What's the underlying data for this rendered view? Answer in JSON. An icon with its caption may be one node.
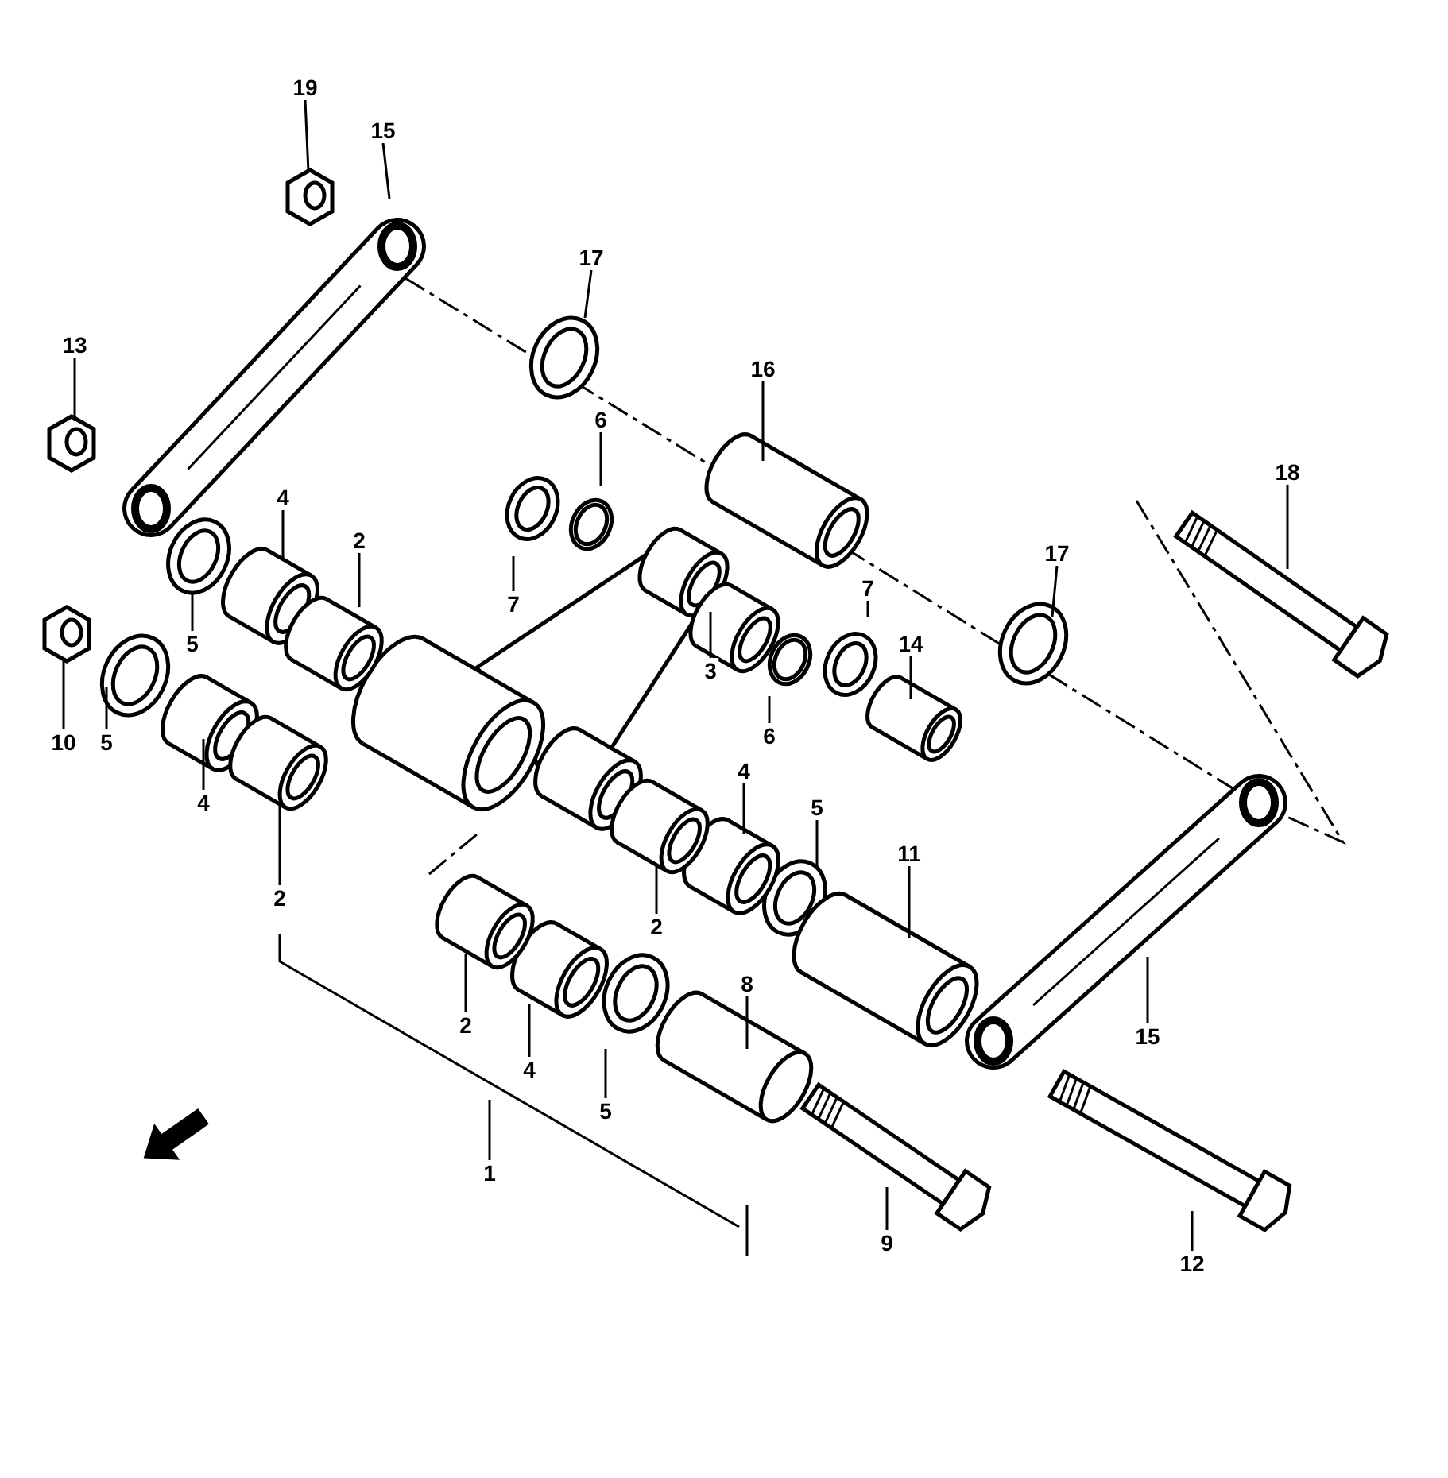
{
  "diagram": {
    "nodes": [
      {
        "text": [
          "19"
        ]
      },
      {
        "text": [
          "15"
        ]
      },
      {
        "text": [
          "17"
        ]
      },
      {
        "text": [
          "13"
        ]
      },
      {
        "text": [
          "16"
        ]
      },
      {
        "text": [
          "6"
        ]
      },
      {
        "text": [
          "18"
        ]
      },
      {
        "text": [
          "4"
        ]
      },
      {
        "text": [
          "2"
        ]
      },
      {
        "text": [
          "7"
        ]
      },
      {
        "text": [
          "5"
        ]
      },
      {
        "text": [
          "7"
        ]
      },
      {
        "text": [
          "17"
        ]
      },
      {
        "text": [
          "14"
        ]
      },
      {
        "text": [
          "3"
        ]
      },
      {
        "text": [
          "6"
        ]
      },
      {
        "text": [
          "10"
        ]
      },
      {
        "text": [
          "5"
        ]
      },
      {
        "text": [
          "4"
        ]
      },
      {
        "text": [
          "4"
        ]
      },
      {
        "text": [
          "5"
        ]
      },
      {
        "text": [
          "11"
        ]
      },
      {
        "text": [
          "2"
        ]
      },
      {
        "text": [
          "2"
        ]
      },
      {
        "text": [
          "8"
        ]
      },
      {
        "text": [
          "15"
        ]
      },
      {
        "text": [
          "2"
        ]
      },
      {
        "text": [
          "4"
        ]
      },
      {
        "text": [
          "5"
        ]
      },
      {
        "text": [
          "1"
        ]
      },
      {
        "text": [
          "9"
        ]
      },
      {
        "text": [
          "12"
        ]
      }
    ],
    "edges": [
      {
        "from": 0,
        "to": null,
        "arrow": "none"
      },
      {
        "from": 1,
        "to": null,
        "arrow": "none"
      },
      {
        "from": 2,
        "to": null,
        "arrow": "none"
      },
      {
        "from": 3,
        "to": null,
        "arrow": "none"
      },
      {
        "from": 4,
        "to": null,
        "arrow": "none"
      },
      {
        "from": 5,
        "to": null,
        "arrow": "none"
      },
      {
        "from": 6,
        "to": null,
        "arrow": "none"
      },
      {
        "from": 7,
        "to": null,
        "arrow": "none"
      },
      {
        "from": 8,
        "to": null,
        "arrow": "none"
      },
      {
        "from": 9,
        "to": null,
        "arrow": "none"
      },
      {
        "from": 10,
        "to": null,
        "arrow": "none"
      },
      {
        "from": 11,
        "to": null,
        "arrow": "none"
      },
      {
        "from": 12,
        "to": null,
        "arrow": "none"
      },
      {
        "from": 13,
        "to": null,
        "arrow": "none"
      },
      {
        "from": 14,
        "to": null,
        "arrow": "none"
      },
      {
        "from": 15,
        "to": null,
        "arrow": "none"
      },
      {
        "from": 16,
        "to": null,
        "arrow": "none"
      },
      {
        "from": 17,
        "to": null,
        "arrow": "none"
      },
      {
        "from": 18,
        "to": null,
        "arrow": "none"
      },
      {
        "from": 19,
        "to": null,
        "arrow": "none"
      },
      {
        "from": 20,
        "to": null,
        "arrow": "none"
      },
      {
        "from": 21,
        "to": null,
        "arrow": "none"
      },
      {
        "from": 22,
        "to": null,
        "arrow": "none"
      },
      {
        "from": 23,
        "to": null,
        "arrow": "none"
      },
      {
        "from": 24,
        "to": null,
        "arrow": "none"
      },
      {
        "from": 25,
        "to": null,
        "arrow": "none"
      },
      {
        "from": 26,
        "to": null,
        "arrow": "none"
      },
      {
        "from": 27,
        "to": null,
        "arrow": "none"
      },
      {
        "from": 28,
        "to": null,
        "arrow": "none"
      },
      {
        "from": 29,
        "to": null,
        "arrow": "none"
      },
      {
        "from": 30,
        "to": null,
        "arrow": "none"
      },
      {
        "from": 31,
        "to": null,
        "arrow": "none"
      }
    ]
  }
}
